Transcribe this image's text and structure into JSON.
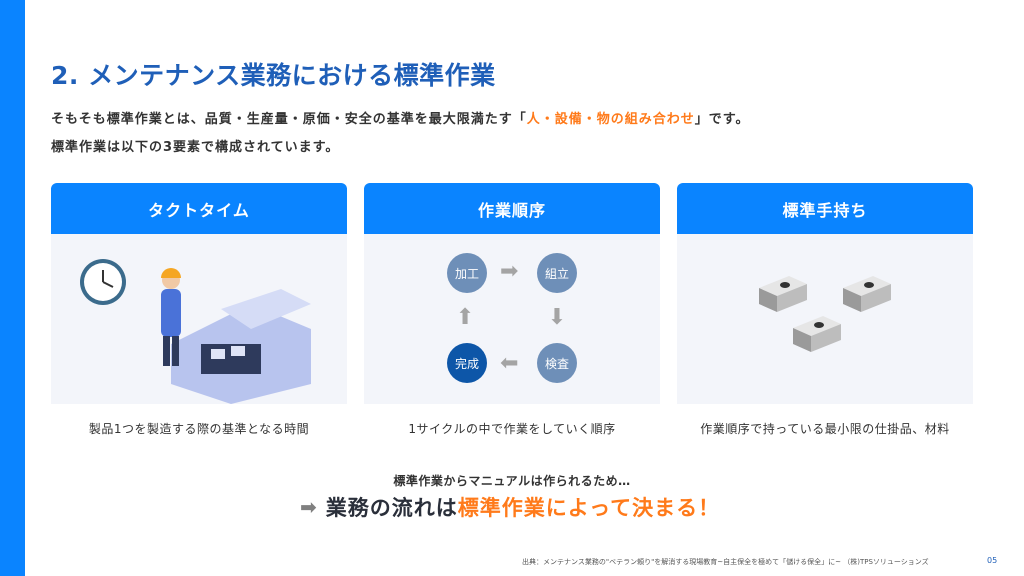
{
  "title": "2. メンテナンス業務における標準作業",
  "intro": {
    "line1_pre": "そもそも標準作業とは、品質・生産量・原価・安全の基準を最大限満たす「",
    "line1_highlight": "人・設備・物の組み合わせ",
    "line1_post": "」です。",
    "line2": "標準作業は以下の3要素で構成されています。"
  },
  "cards": [
    {
      "title": "タクトタイム",
      "caption": "製品1つを製造する際の基準となる時間"
    },
    {
      "title": "作業順序",
      "caption": "1サイクルの中で作業をしていく順序",
      "steps": [
        "加工",
        "組立",
        "検査",
        "完成"
      ]
    },
    {
      "title": "標準手持ち",
      "caption": "作業順序で持っている最小限の仕掛品、材料"
    }
  ],
  "sub": "標準作業からマニュアルは作られるため…",
  "conclusion": {
    "pre": "業務の流れは",
    "highlight": "標準作業によって決まる！"
  },
  "source": "出典：メンテナンス業務の\"ベテラン頼り\"を解消する現場教育~自主保全を極めて「儲ける保全」に~ （株)TPSソリューションズ",
  "page": "05",
  "colors": {
    "accent": "#0a84ff",
    "title": "#1f5fb8",
    "highlight": "#ff7a1a"
  }
}
